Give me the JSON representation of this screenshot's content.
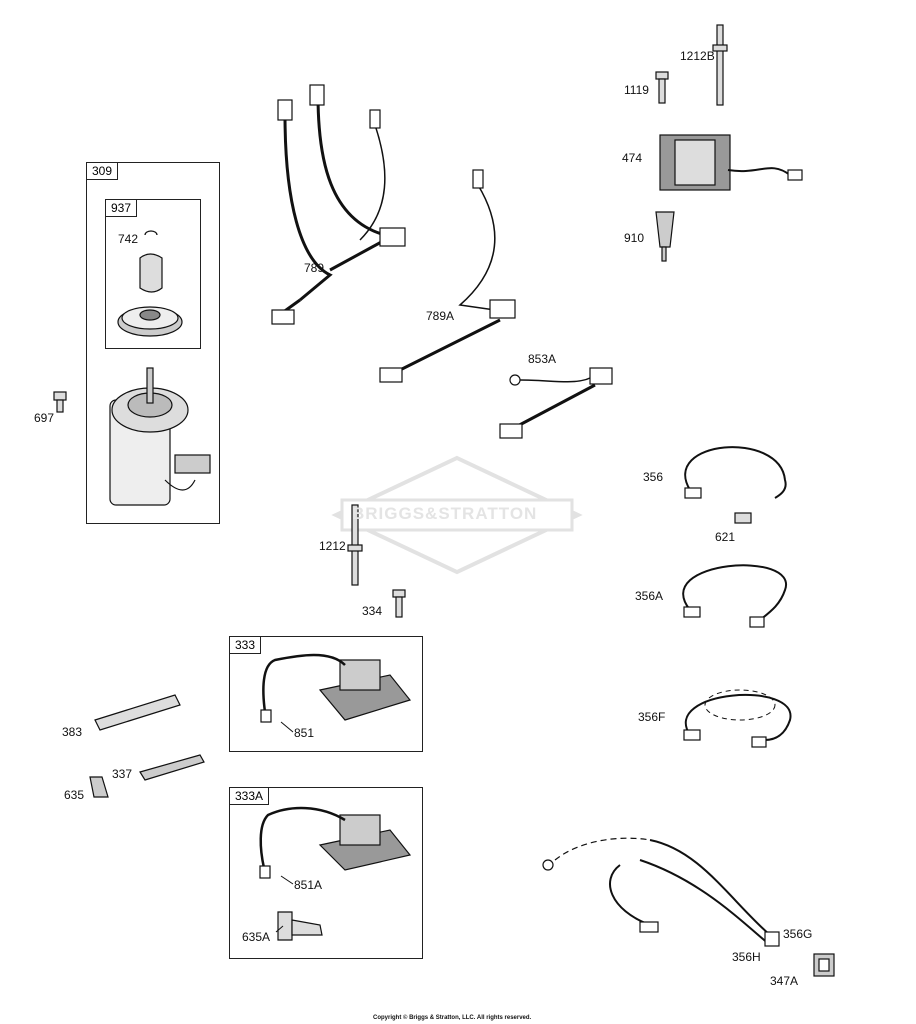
{
  "watermark": "BRIGGS&STRATTON",
  "copyright": "Copyright © Briggs & Stratton, LLC. All rights reserved.",
  "boxes": {
    "b309": "309",
    "b937": "937",
    "b333": "333",
    "b333A": "333A"
  },
  "labels": {
    "l742": "742",
    "l697": "697",
    "l789": "789",
    "l789A": "789A",
    "l853A": "853A",
    "l1212B": "1212B",
    "l1119": "1119",
    "l474": "474",
    "l910": "910",
    "l356": "356",
    "l621": "621",
    "l356A": "356A",
    "l356F": "356F",
    "l1212": "1212",
    "l334": "334",
    "l851": "851",
    "l851A": "851A",
    "l635A": "635A",
    "l383": "383",
    "l337": "337",
    "l635": "635",
    "l356G": "356G",
    "l356H": "356H",
    "l347A": "347A"
  }
}
